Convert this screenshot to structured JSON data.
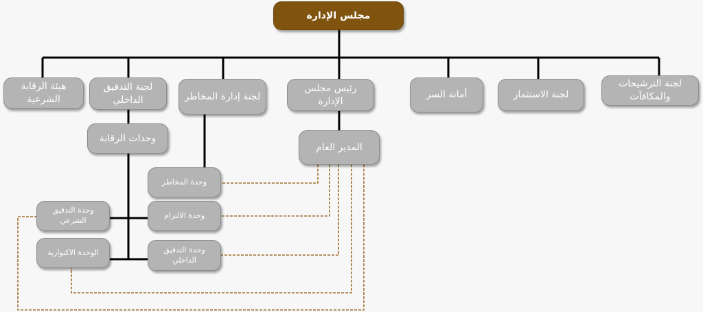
{
  "colors": {
    "board": "#80540f",
    "box": "#b4b4b4",
    "solid_line": "#000000",
    "dashed_line": "#a07030",
    "background": "#f7f7f7"
  },
  "board": "مجلس الإدارة",
  "level2": {
    "sharia_board": "هيئة الرقابة الشرعية",
    "audit_committee": "لجنة التدقيق الداخلي",
    "risk_committee": "لجنة إدارة المخاطر",
    "chairman": "رئيس مجلس الإدارة",
    "secretariat": "أمانة السر",
    "investment_committee": "لجنة الاستثمار",
    "nominations_committee": "لجنة الترشيحات والمكافآت"
  },
  "control_units": "وحدات الرقابة",
  "general_manager": "المدير العام",
  "units": {
    "risk_unit": "وحدة المخاطر",
    "compliance_unit": "وحدة الالتزام",
    "internal_audit_unit": "وحدة التدقيق الداخلي",
    "sharia_audit_unit": "وحدة التدقيق الشرعي",
    "actuarial_unit": "الوحدة الاكتوارية"
  }
}
